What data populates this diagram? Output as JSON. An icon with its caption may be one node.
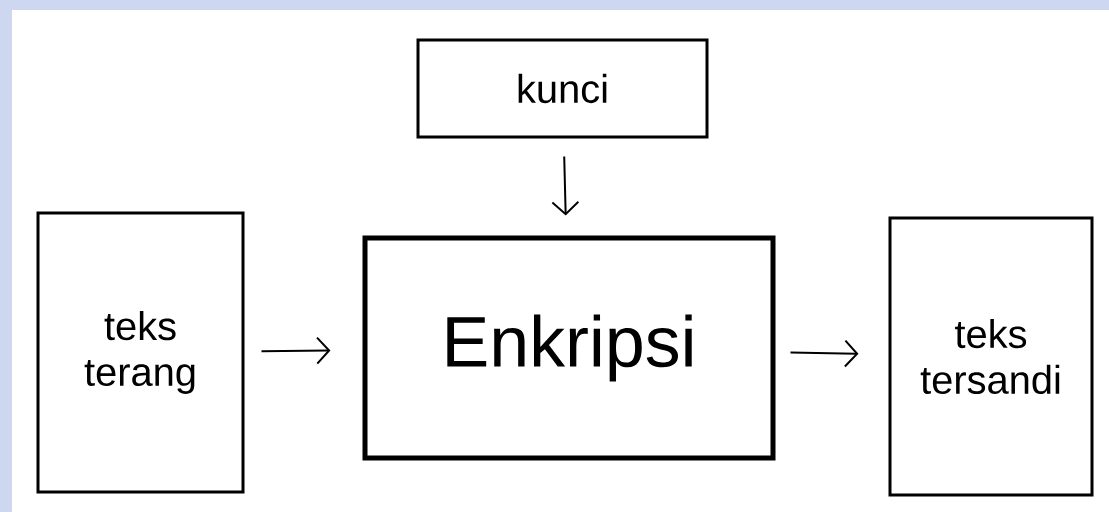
{
  "diagram": {
    "nodes": [
      {
        "text": [
          "kunci"
        ]
      },
      {
        "text": [
          "teks terang"
        ]
      },
      {
        "text": [
          "Enkripsi"
        ]
      },
      {
        "text": [
          "teks tersandi"
        ]
      }
    ],
    "edges": [
      {
        "from": 0,
        "to": 2,
        "arrow": "to"
      },
      {
        "from": 1,
        "to": 2,
        "arrow": "to"
      },
      {
        "from": 2,
        "to": 3,
        "arrow": "to"
      }
    ]
  }
}
